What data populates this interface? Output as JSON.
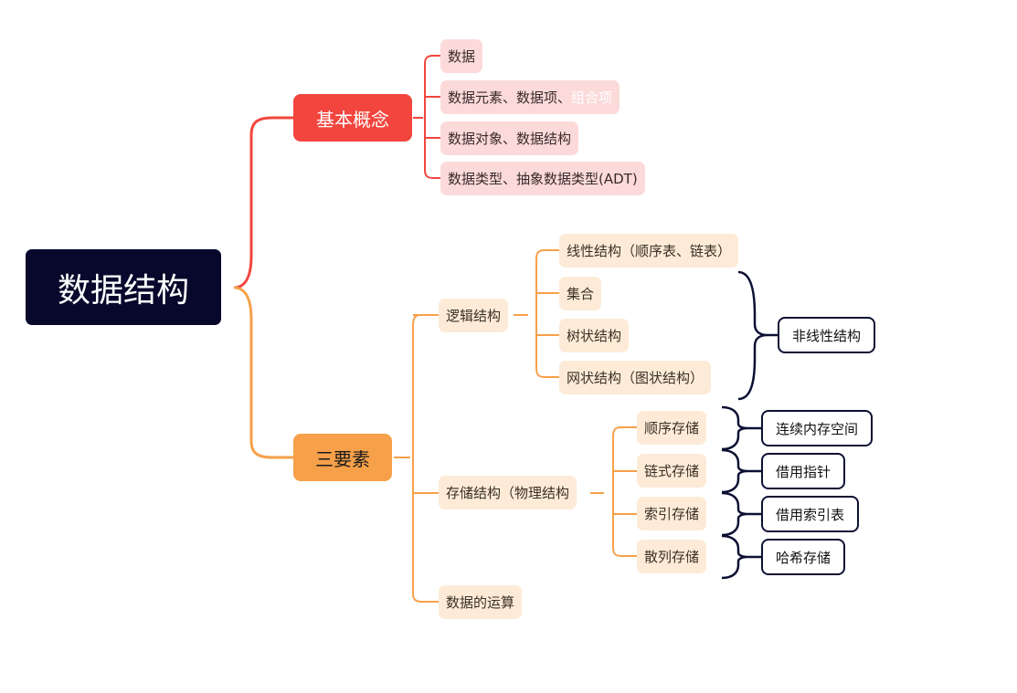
{
  "root": {
    "label": "数据结构"
  },
  "basic": {
    "label": "基本概念",
    "items": [
      {
        "label": "数据"
      },
      {
        "label": "数据元素、数据项、",
        "highlight": "组合项"
      },
      {
        "label": "数据对象、数据结构"
      },
      {
        "label": "数据类型、抽象数据类型(ADT)"
      }
    ]
  },
  "elements": {
    "label": "三要素",
    "logical": {
      "label": "逻辑结构",
      "children": [
        "线性结构（顺序表、链表）",
        "集合",
        "树状结构",
        "网状结构（图状结构）"
      ],
      "summary": "非线性结构"
    },
    "storage": {
      "label": "存储结构（物理结构",
      "children": [
        {
          "label": "顺序存储",
          "note": "连续内存空间"
        },
        {
          "label": "链式存储",
          "note": "借用指针"
        },
        {
          "label": "索引存储",
          "note": "借用索引表"
        },
        {
          "label": "散列存储",
          "note": "哈希存储"
        }
      ]
    },
    "ops": {
      "label": "数据的运算"
    }
  },
  "colors": {
    "root": "#07082b",
    "basic_branch": "#f2453d",
    "basic_leaf": "#fcdada",
    "elements_branch": "#f6a04a",
    "elements_leaf": "#fdebd8",
    "bracket": "#0d1033"
  }
}
